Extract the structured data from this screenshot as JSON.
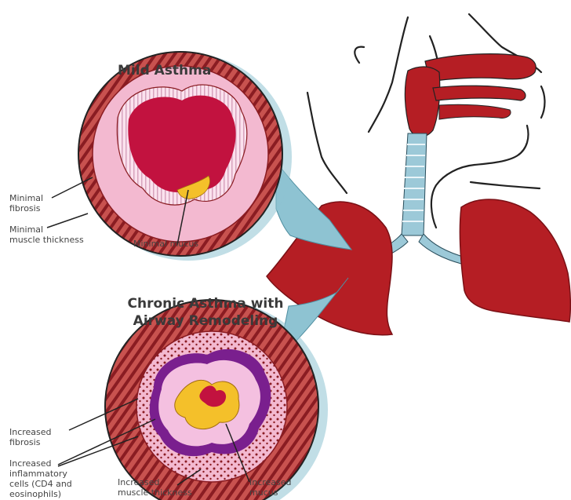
{
  "mild": {
    "title": "Mild Asthma",
    "labels": {
      "fibrosis": [
        "Minimal",
        "fibrosis"
      ],
      "muscle": [
        "Minimal",
        "muscle thickness"
      ],
      "mucus": "Minimal mucus"
    }
  },
  "chronic": {
    "title_line1": "Chronic Asthma with",
    "title_line2": "Airway Remodeling",
    "labels": {
      "fibrosis": [
        "Increased",
        "fibrosis"
      ],
      "inflammatory": [
        "Increased",
        "inflammatory",
        "cells (CD4 and",
        "eosinophils)"
      ],
      "muscle": [
        "Increased",
        "muscle thickness"
      ],
      "mucus": [
        "Increased",
        "mucus"
      ]
    }
  },
  "colors": {
    "lung": "#b51e24",
    "outer_wall": "#c8524f",
    "muscle_stripe": "#8a1c22",
    "submucosa": "#f3b9d0",
    "lumen": "#c2123f",
    "mucus": "#f4c02a",
    "inflammatory": "#7a1f8e",
    "callout": "#8ec3d2",
    "outline": "#222222"
  }
}
